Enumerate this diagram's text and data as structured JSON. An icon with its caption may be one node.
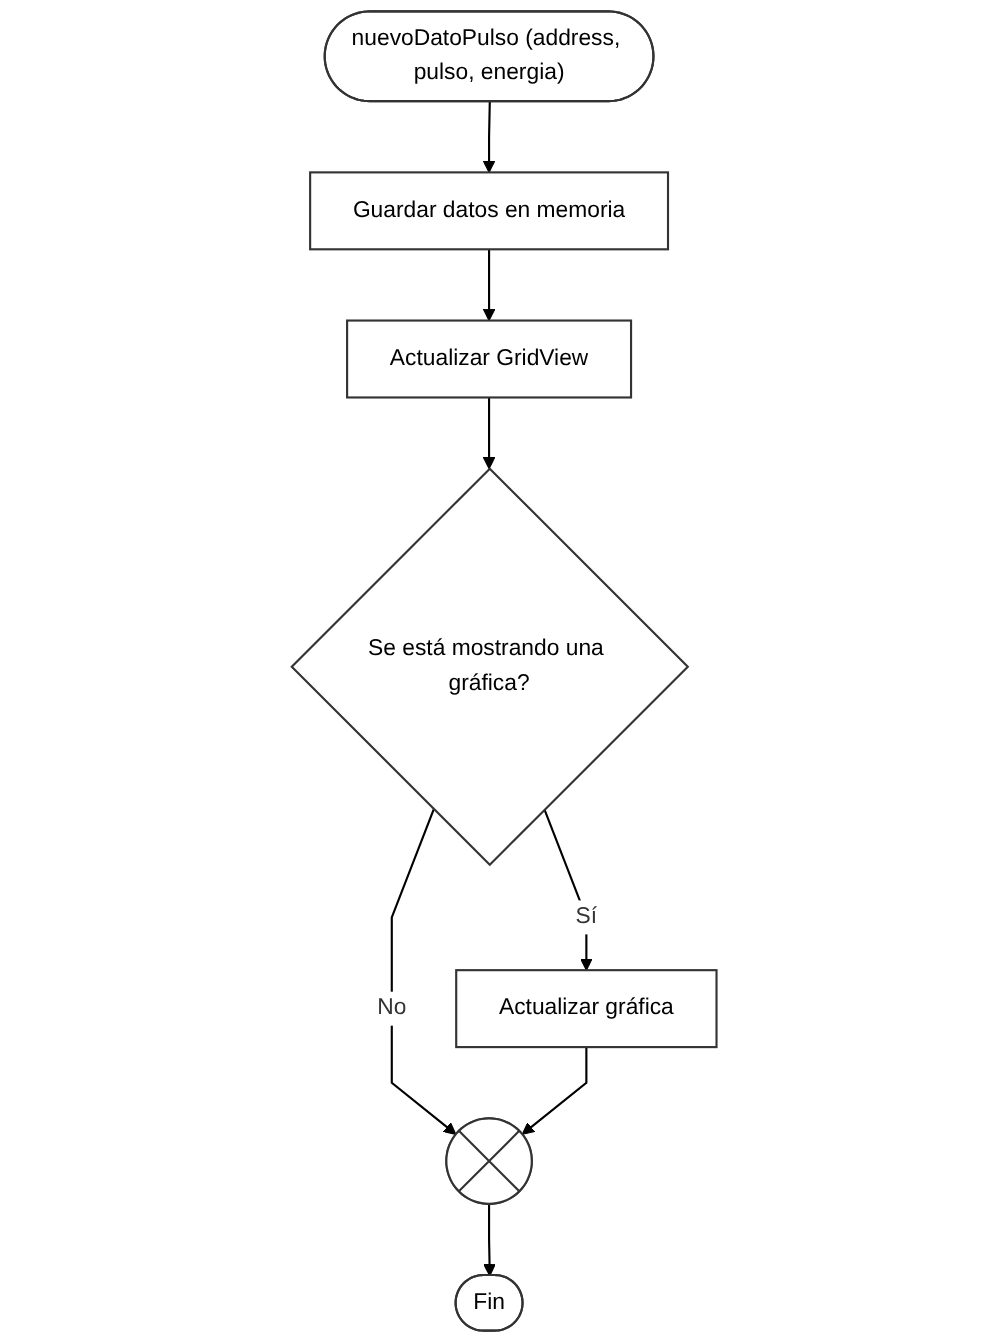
{
  "diagram": {
    "nodes": [
      {
        "text": [
          "nuevoDatoPulso (address, pulso, energia)"
        ]
      },
      {
        "text": [
          "Guardar datos en memoria"
        ]
      },
      {
        "text": [
          "Actualizar GridView"
        ]
      },
      {
        "text": [
          "Se está mostrando una gráfica?"
        ]
      },
      {
        "text": [
          "Actualizar gráfica"
        ]
      },
      {
        "text": [],
        "shape": "circle"
      },
      {
        "text": [
          "Fin"
        ]
      }
    ],
    "edges": [
      {
        "from": 0,
        "to": 1,
        "arrow": "to"
      },
      {
        "from": 1,
        "to": 2,
        "arrow": "to"
      },
      {
        "from": 2,
        "to": 3,
        "arrow": "to"
      },
      {
        "from": 3,
        "to": 4,
        "label": "Sí",
        "arrow": "to"
      },
      {
        "from": 3,
        "to": 5,
        "label": "No",
        "arrow": "to"
      },
      {
        "from": 4,
        "to": 5,
        "arrow": "to"
      },
      {
        "from": 5,
        "to": 6,
        "arrow": "to"
      }
    ]
  }
}
